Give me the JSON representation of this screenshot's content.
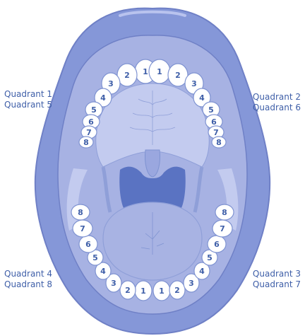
{
  "colors": {
    "lip": "#8597d8",
    "lip_edge": "#6f80c6",
    "cavity": "#b7c2ea",
    "palate": "#c3cbef",
    "throat": "#5a73c2",
    "tongue": "#a8b3e3",
    "tooth": "#ffffff",
    "tooth_outline": "#7f93d1",
    "number": "#3f5fa8",
    "label": "#3f5fa8"
  },
  "labels": {
    "upper_left": [
      "Quadrant 1",
      "Quadrant 5"
    ],
    "upper_right": [
      "Quadrant 2",
      "Quadrant 6"
    ],
    "lower_left": [
      "Quadrant 4",
      "Quadrant 8"
    ],
    "lower_right": [
      "Quadrant 3",
      "Quadrant 7"
    ]
  },
  "teeth": {
    "upper_left": [
      "1",
      "2",
      "3",
      "4",
      "5",
      "6",
      "7",
      "8"
    ],
    "upper_right": [
      "1",
      "2",
      "3",
      "4",
      "5",
      "6",
      "7",
      "8"
    ],
    "lower_left": [
      "1",
      "2",
      "3",
      "4",
      "5",
      "6",
      "7",
      "8"
    ],
    "lower_right": [
      "1",
      "2",
      "3",
      "4",
      "5",
      "6",
      "7",
      "8"
    ]
  }
}
